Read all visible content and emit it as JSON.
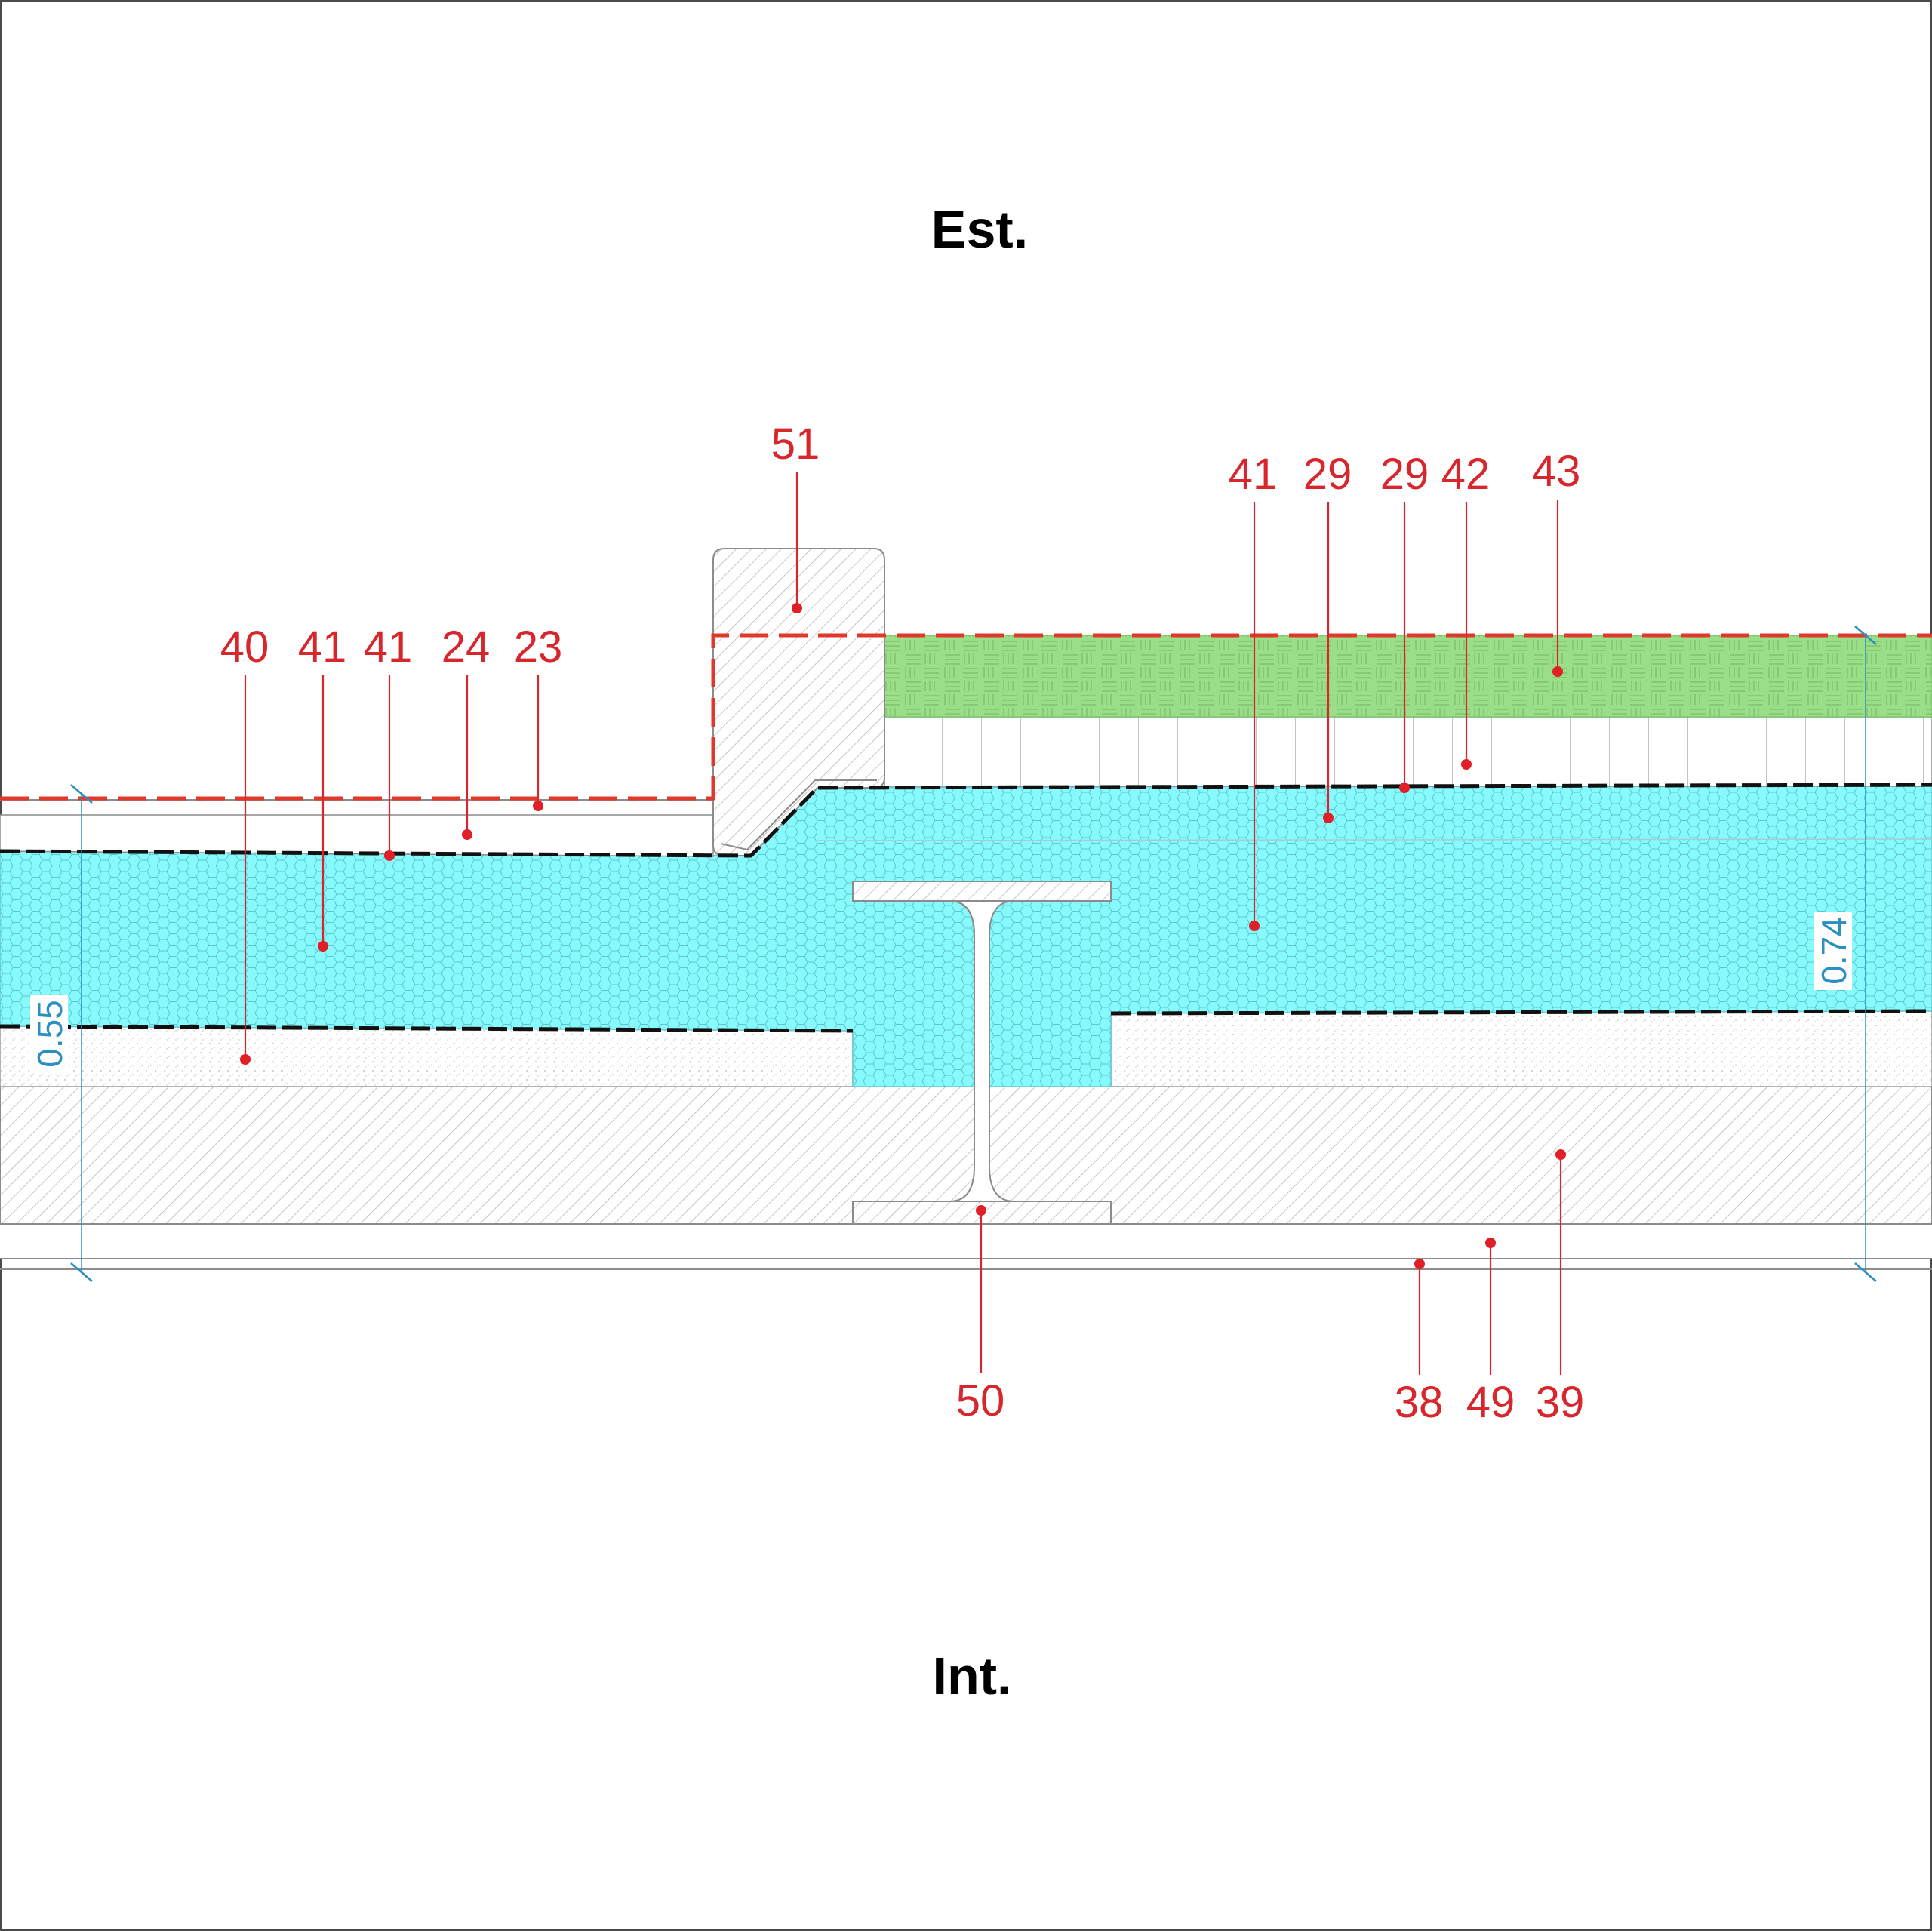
{
  "titles": {
    "exterior": "Est.",
    "interior": "Int."
  },
  "dimensions": {
    "left": "0.55",
    "right": "0.74"
  },
  "callouts": [
    {
      "id": "c51",
      "text": "51"
    },
    {
      "id": "c40",
      "text": "40"
    },
    {
      "id": "c41a",
      "text": "41"
    },
    {
      "id": "c41b",
      "text": "41"
    },
    {
      "id": "c24",
      "text": "24"
    },
    {
      "id": "c23",
      "text": "23"
    },
    {
      "id": "c41c",
      "text": "41"
    },
    {
      "id": "c29a",
      "text": "29"
    },
    {
      "id": "c29b",
      "text": "29"
    },
    {
      "id": "c42",
      "text": "42"
    },
    {
      "id": "c43",
      "text": "43"
    },
    {
      "id": "c50",
      "text": "50"
    },
    {
      "id": "c38",
      "text": "38"
    },
    {
      "id": "c49",
      "text": "49"
    },
    {
      "id": "c39",
      "text": "39"
    }
  ],
  "colors": {
    "insulation": "#86fafc",
    "green_layer": "#9adf88",
    "callout": "#d8262d",
    "dimension": "#2b8fc0",
    "membrane_dash": "#e0392b"
  }
}
